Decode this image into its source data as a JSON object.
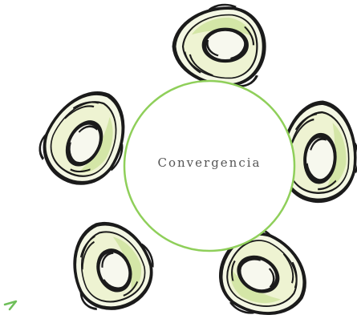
{
  "center": {
    "label": "Convergencia"
  },
  "colors": {
    "ring": "#8fcf5a",
    "ink": "#1b1b1b",
    "avocado_flesh": "#eef3d2",
    "avocado_tint": "#cfe3a0",
    "corner_mark": "#6fbf5a"
  },
  "illustrations": {
    "count": 5,
    "subject": "avocado-half"
  }
}
